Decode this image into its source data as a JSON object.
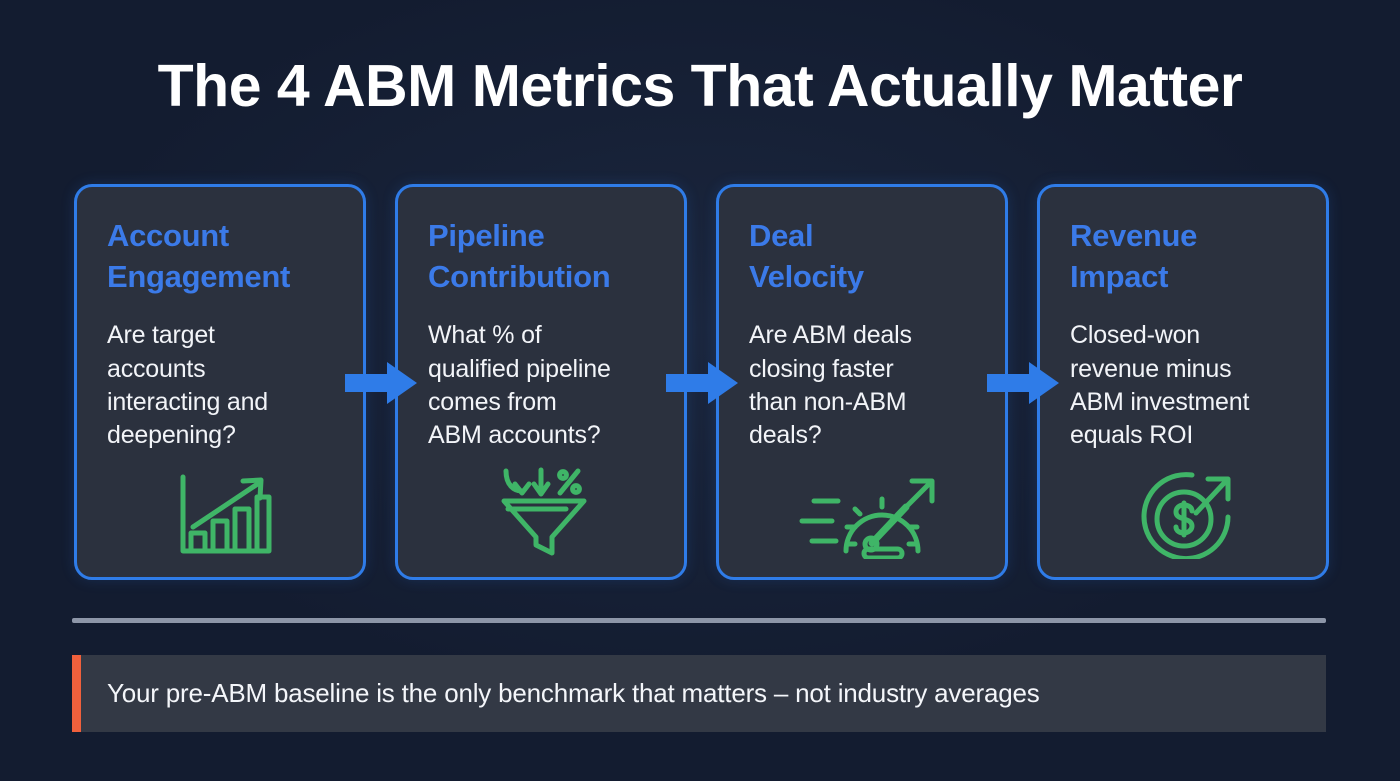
{
  "title": "The 4 ABM Metrics That Actually Matter",
  "theme": {
    "background": "#131c30",
    "card_fill": "#2b313e",
    "card_border": "#2f7ce8",
    "card_title": "#3b7ae8",
    "body_text": "#f2f4f8",
    "icon_green": "#3fb567",
    "arrow_blue": "#2f7ce8",
    "divider": "#8d96a8",
    "footer_fill": "#333945",
    "footer_accent": "#f0603c"
  },
  "cards": [
    {
      "title": "Account\nEngagement",
      "body": "Are target\naccounts\ninteracting and\ndeepening?",
      "icon": "bar-chart-growth-icon"
    },
    {
      "title": "Pipeline\nContribution",
      "body": "What % of\nqualified pipeline\ncomes from\nABM accounts?",
      "icon": "funnel-percent-icon"
    },
    {
      "title": "Deal\nVelocity",
      "body": "Are ABM deals\nclosing faster\nthan non-ABM\ndeals?",
      "icon": "speedometer-icon"
    },
    {
      "title": "Revenue\nImpact",
      "body": "Closed-won\nrevenue minus\nABM investment\nequals ROI",
      "icon": "dollar-circle-growth-icon"
    }
  ],
  "connectors": [
    {
      "icon": "arrow-right-icon"
    },
    {
      "icon": "arrow-right-icon"
    },
    {
      "icon": "arrow-right-icon"
    }
  ],
  "footer": {
    "text": "Your pre-ABM baseline is the only benchmark that matters – not industry averages"
  }
}
